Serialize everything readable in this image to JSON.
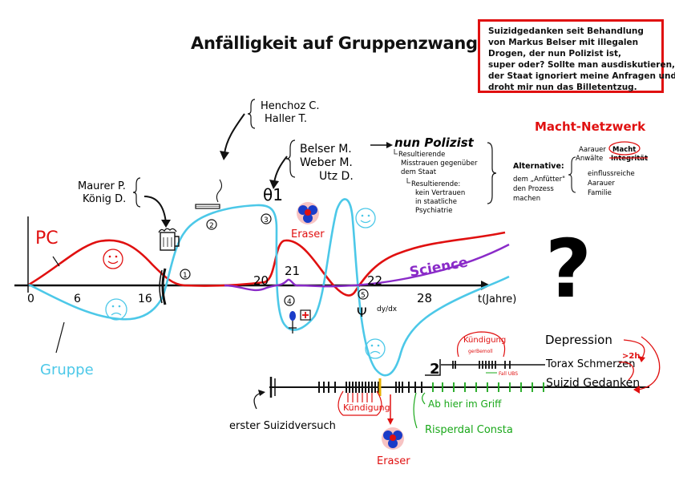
{
  "title": "Anfälligkeit auf Gruppenzwang",
  "note_box": {
    "lines": [
      "Suizidgedanken seit Behandlung",
      "von Markus Belser mit illegalen",
      "Drogen, der nun Polizist ist,",
      "super oder? Sollte man ausdiskutieren,",
      "der Staat ignoriert meine Anfragen und",
      "droht mir nun das Billetentzug."
    ],
    "border_color": "#e01010"
  },
  "people": {
    "group1": [
      "Maurer P.",
      "König D."
    ],
    "group2": [
      "Henchoz C.",
      "Haller T."
    ],
    "group3": [
      "Belser M.",
      "Weber M.",
      "Utz D."
    ]
  },
  "polizist": {
    "heading": "nun Polizist",
    "sub1": [
      "Resultierende",
      "Misstrauen gegenüber",
      "dem Staat"
    ],
    "sub2": [
      "Resultierende:",
      "kein Vertrauen",
      "in staatliche",
      "Psychiatrie"
    ]
  },
  "alternative": {
    "label": "Alternative:",
    "lines": [
      "dem „Anfütter\"",
      "den Prozess",
      "machen"
    ]
  },
  "macht_netzwerk": {
    "heading": "Macht-Netzwerk",
    "row1_left": "Aarauer",
    "row1_right": "Macht",
    "row2_left": "Anwälte",
    "row2_right": "Integrität",
    "list": [
      "einflussreiche",
      "Aarauer",
      "Familie"
    ],
    "color": "#e01010"
  },
  "axis": {
    "ticks": [
      "0",
      "6",
      "16",
      "20",
      "21",
      "22",
      "28"
    ],
    "unit_label": "t(Jahre)"
  },
  "markers": [
    "1",
    "2",
    "3",
    "4",
    "5"
  ],
  "curve_labels": {
    "pc": "PC",
    "gruppe": "Gruppe",
    "science": "Science",
    "pc_color": "#e01010",
    "gruppe_color": "#4cc8e8",
    "science_color": "#8a2bc8"
  },
  "eraser_labels": [
    "Eraser",
    "Eraser"
  ],
  "question_mark": "?",
  "timeline": {
    "first_attempt": "erster Suizidversuch",
    "kuendigung_lower": "Kündigung",
    "kuendigung_upper": "Kündigung",
    "kuendigung_upper_sub": "gerBemoll",
    "ab_hier": "Ab hier im Griff",
    "risperdal": "Risperdal Consta",
    "small_note": "Fall UBS",
    "marker": "2"
  },
  "symptoms": [
    "Depression",
    "Torax Schmerzen",
    "Suizid Gedanken"
  ],
  "symptom_note": ">2h",
  "formula": "dy/dx",
  "psi_label": "Ψ",
  "theta_label": "θ1"
}
